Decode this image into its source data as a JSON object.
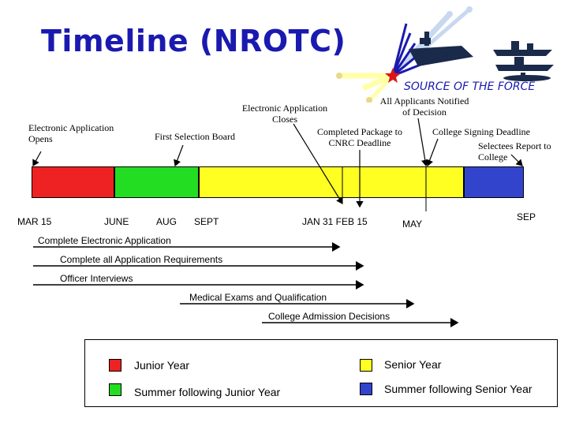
{
  "title": "Timeline (NROTC)",
  "tagline": "SOURCE OF THE FORCE",
  "colors": {
    "red": "#ee2222",
    "green": "#22dd22",
    "yellow": "#ffff22",
    "blue": "#3344cc",
    "title_blue": "#1a1ab0"
  },
  "events": {
    "app_opens": "Electronic Application Opens",
    "app_closes": "Electronic Application Closes",
    "first_board": "First Selection Board",
    "package_deadline": "Completed Package to CNRC Deadline",
    "notified": "All Applicants Notified of Decision",
    "signing_deadline": "College Signing Deadline",
    "report": "Selectees Report to College"
  },
  "months": {
    "mar": "MAR 15",
    "june": "JUNE",
    "aug": "AUG",
    "sept": "SEPT",
    "jan": "JAN 31 FEB 15",
    "may": "MAY",
    "sep": "SEP"
  },
  "activities": [
    "Complete Electronic Application",
    "Complete all Application Requirements",
    "Officer Interviews",
    "Medical Exams and Qualification",
    "College Admission Decisions"
  ],
  "legend": {
    "junior": "Junior Year",
    "summer_junior": "Summer following Junior Year",
    "senior": "Senior Year",
    "summer_senior": "Summer following Senior Year"
  }
}
